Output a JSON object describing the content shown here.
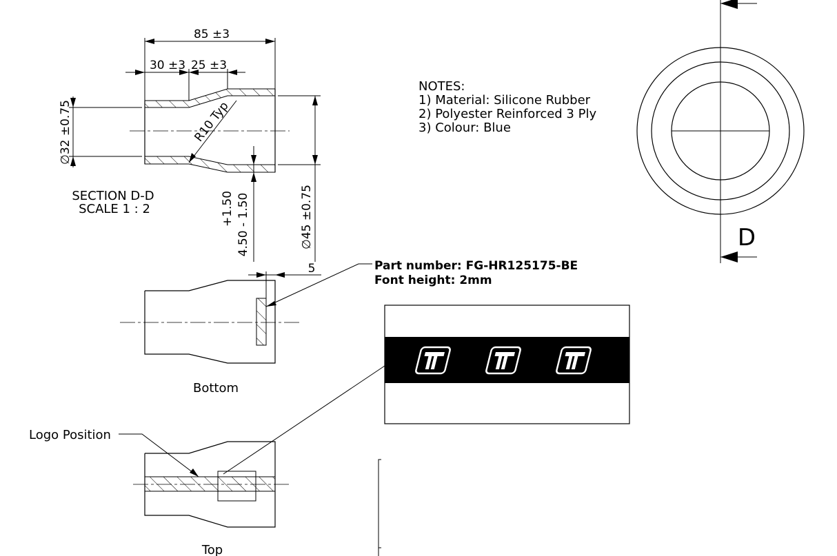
{
  "section": {
    "dim_overall": "85 ±3",
    "dim_left": "30 ±3",
    "dim_taper": "25 ±3",
    "dim_small_dia": "∅32 ±0.75",
    "dim_large_dia": "∅45 ±0.75",
    "dim_radius": "R10 Typ",
    "dim_wall_upper": "+1.50",
    "dim_wall_lower": "4.50  - 1.50",
    "title": "SECTION D-D",
    "scale": "SCALE 1 : 2"
  },
  "notes": {
    "heading": "NOTES:",
    "items": [
      "1) Material: Silicone Rubber",
      "2) Polyester Reinforced 3 Ply",
      "3) Colour: Blue"
    ]
  },
  "end_view": {
    "section_letter": "D"
  },
  "bottom_view": {
    "label": "Bottom",
    "dim_offset": "5",
    "callout_line1": "Part number: FG-HR125175-BE",
    "callout_line2": "Font height: 2mm"
  },
  "top_view": {
    "label": "Top",
    "logo_position_label": "Logo Position"
  },
  "logo_band": {
    "band_color": "#000000",
    "logo_count": 3,
    "logo_name": "logo-icon"
  }
}
